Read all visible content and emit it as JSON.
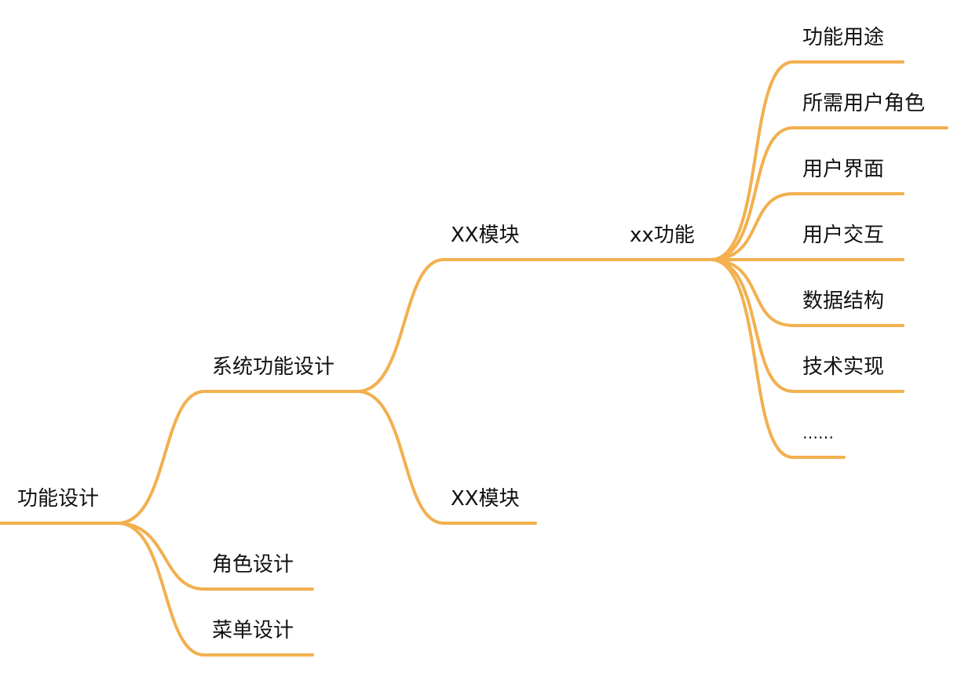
{
  "colors": {
    "branch": "#F2B04F",
    "text": "#111111",
    "background": "#FFFFFF"
  },
  "nodes": {
    "root": "功能设计",
    "system_design": "系统功能设计",
    "module_a": "XX模块",
    "module_b": "XX模块",
    "feature": "xx功能",
    "role_design": "角色设计",
    "menu_design": "菜单设计",
    "purpose": "功能用途",
    "roles_needed": "所需用户角色",
    "user_interface": "用户界面",
    "user_interaction": "用户交互",
    "data_structure": "数据结构",
    "tech_impl": "技术实现",
    "more": "……"
  }
}
